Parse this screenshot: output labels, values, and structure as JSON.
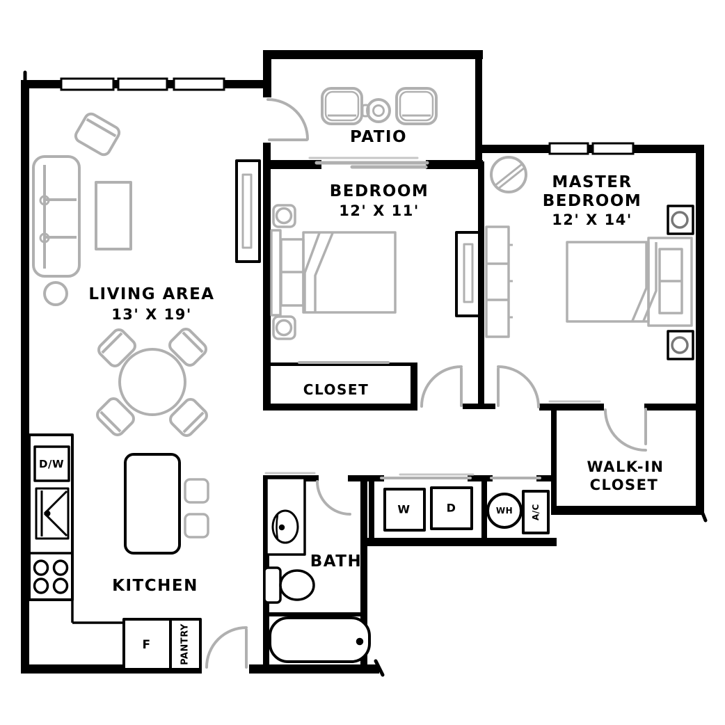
{
  "rooms": {
    "living": {
      "name": "LIVING AREA",
      "dims": "13' X 19'"
    },
    "kitchen": {
      "name": "KITCHEN"
    },
    "patio": {
      "name": "PATIO"
    },
    "bedroom": {
      "name": "BEDROOM",
      "dims": "12' X 11'"
    },
    "master_bedroom": {
      "name_line1": "MASTER",
      "name_line2": "BEDROOM",
      "dims": "12' X 14'"
    },
    "closet": {
      "name": "CLOSET"
    },
    "walk_in_closet": {
      "name_line1": "WALK-IN",
      "name_line2": "CLOSET"
    },
    "bath": {
      "name": "BATH"
    }
  },
  "appliances": {
    "dishwasher": "D/W",
    "fridge": "F",
    "pantry": "PANTRY",
    "washer": "W",
    "dryer": "D",
    "water_heater": "WH",
    "air_conditioner": "A/C"
  },
  "colors": {
    "walls": "#000000",
    "furniture_gray": "#b0b0b0",
    "background": "#ffffff"
  }
}
